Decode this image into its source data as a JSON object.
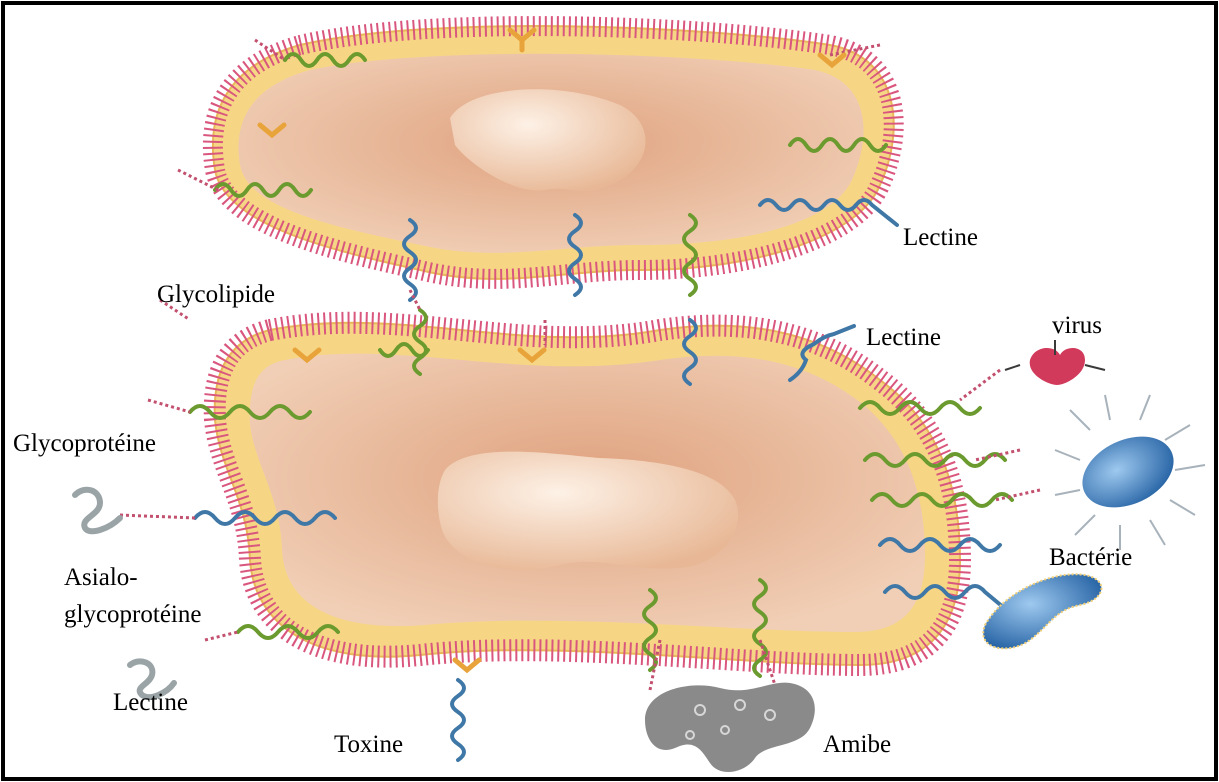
{
  "colors": {
    "frame": "#000000",
    "cytoplasm": "#e9bc9c",
    "membrane_head": "#f4d07f",
    "membrane_tail": "#d9577e",
    "nucleus": "#f7ddc6",
    "glycoprotein": "#6b9a2f",
    "lectin": "#3f78a6",
    "receptor": "#e8a33a",
    "sugar_chain": "#c2506e",
    "virus": "#d23a5b",
    "bacteria": "#2f6fb3",
    "amoeba": "#8a8a8a"
  },
  "labels": {
    "lectine_top": "Lectine",
    "glycolipide": "Glycolipide",
    "lectine_mid": "Lectine",
    "virus": "virus",
    "glycoproteine": "Glycoprotéine",
    "asialo_line1": "Asialo-",
    "asialo_line2": "glycoprotéine",
    "bacterie": "Bactérie",
    "lectine_bottom": "Lectine",
    "toxine": "Toxine",
    "amibe": "Amibe"
  },
  "icons": {
    "virus": "virus-icon",
    "bacteria": "bacteria-icon",
    "amoeba": "amoeba-icon"
  }
}
